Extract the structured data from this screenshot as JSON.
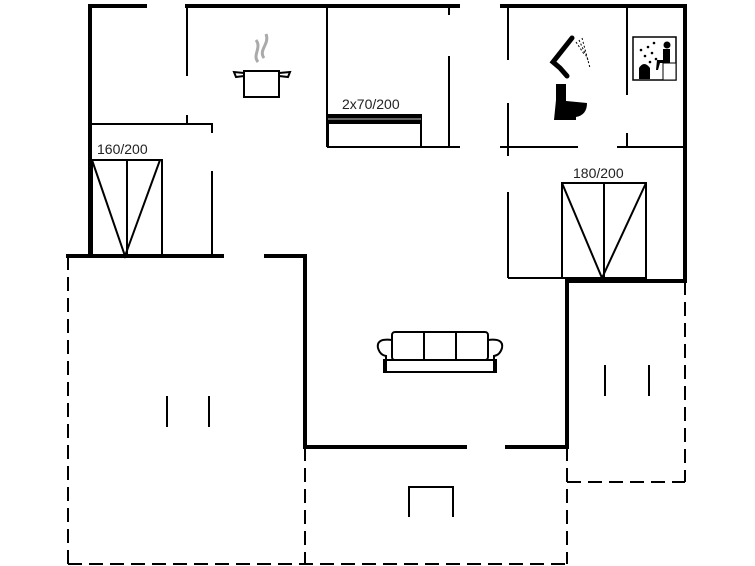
{
  "floor_plan": {
    "beds": [
      {
        "id": "bed-left",
        "label": "160/200"
      },
      {
        "id": "bed-top",
        "label": "2x70/200"
      },
      {
        "id": "bed-right",
        "label": "180/200"
      }
    ],
    "icons": [
      "kitchen-pot-icon",
      "shower-icon",
      "toilet-icon",
      "sauna-icon",
      "sofa-icon"
    ],
    "colors": {
      "wall": "#000000",
      "background": "#ffffff",
      "steam": "#aaaaaa"
    }
  }
}
